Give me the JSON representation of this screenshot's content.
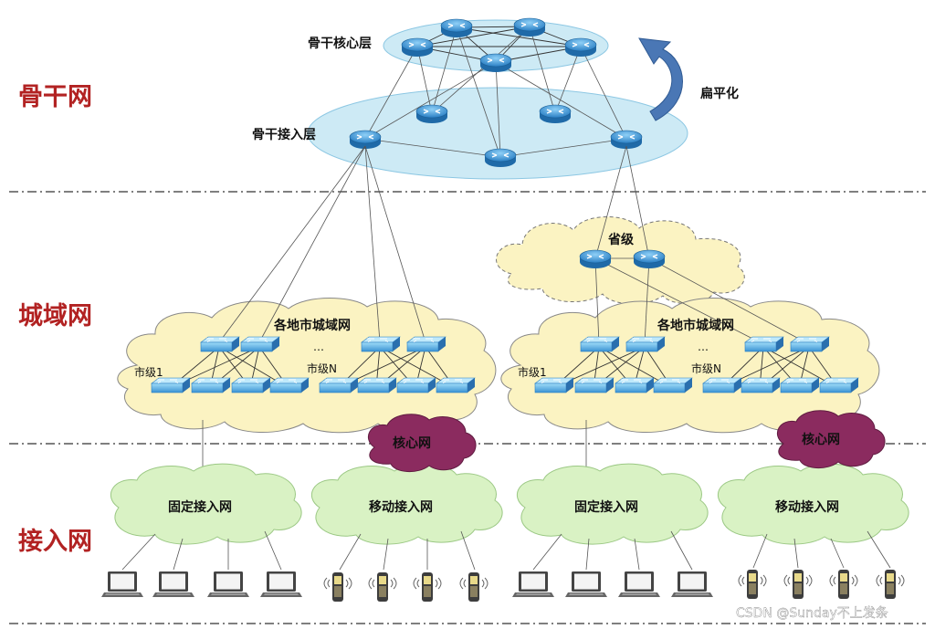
{
  "sections": {
    "backbone": "骨干网",
    "metro": "城域网",
    "access": "接入网"
  },
  "backbone": {
    "core_layer": "骨干核心层",
    "access_layer": "骨干接入层",
    "flatten": "扁平化"
  },
  "metro": {
    "province": "省级",
    "cloud_left_title": "各地市城域网",
    "cloud_right_title": "各地市城域网",
    "ellipsis": "…",
    "city1": "市级1",
    "cityN": "市级N"
  },
  "access": {
    "core_net": "核心网",
    "fixed": "固定接入网",
    "mobile": "移动接入网"
  },
  "watermark": "CSDN @Sunday不上发条",
  "colors": {
    "section_red": "#b22222",
    "ellipse_fill": "#cdeaf5",
    "metro_cloud": "#fbf3c2",
    "access_cloud": "#d9f2c4",
    "core_cloud": "#8b2b5f",
    "router": "#3a8fd0"
  },
  "icons": {
    "router": "router-icon",
    "switch": "switch-icon",
    "laptop": "laptop-icon",
    "phone": "mobile-phone-icon",
    "arrow": "curved-arrow-icon"
  }
}
